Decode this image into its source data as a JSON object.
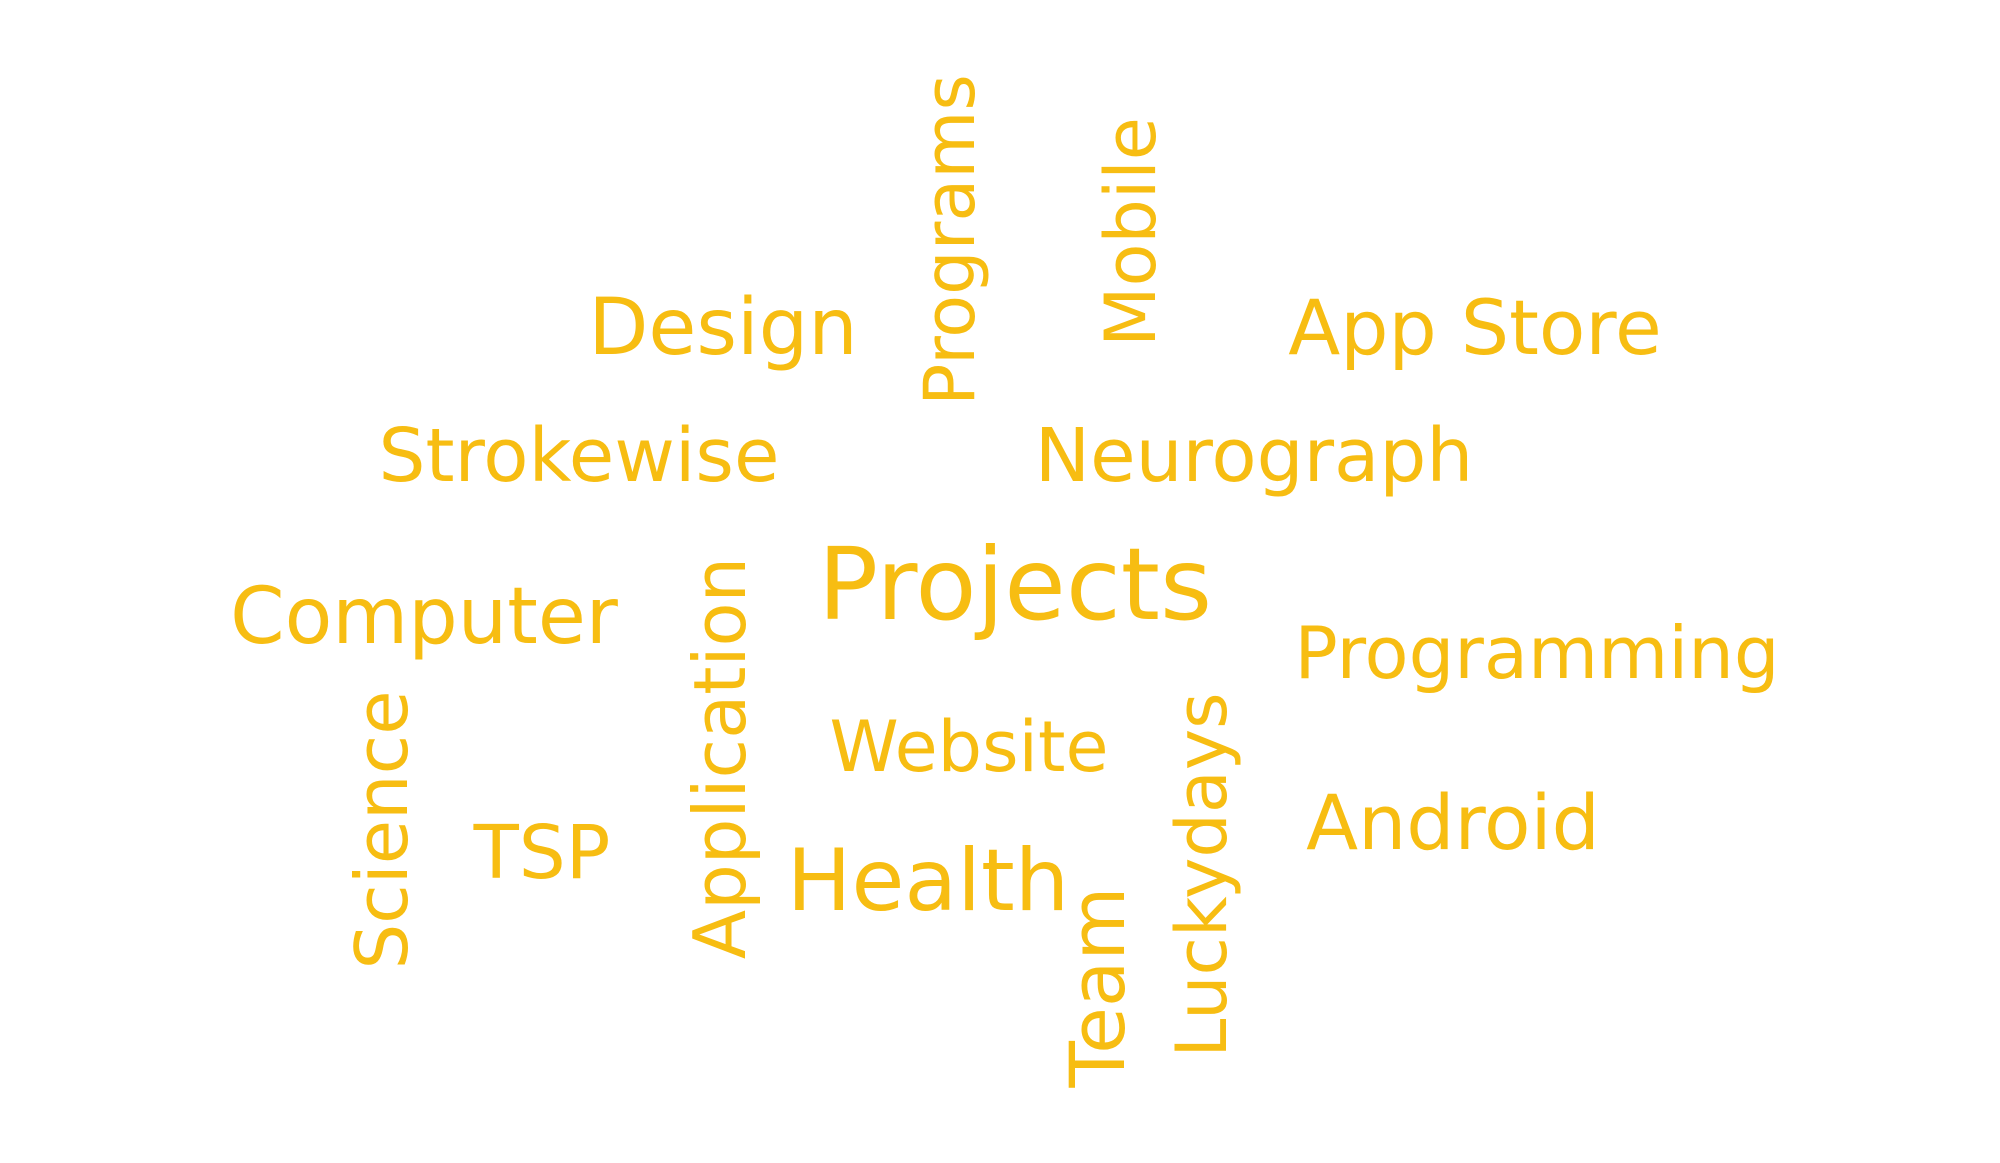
{
  "color": "#f7bd12",
  "words": {
    "programs": "Programs",
    "mobile": "Mobile",
    "design": "Design",
    "app_store": "App Store",
    "strokewise": "Strokewise",
    "neurograph": "Neurograph",
    "projects": "Projects",
    "computer": "Computer",
    "application": "Application",
    "programming": "Programming",
    "website": "Website",
    "science": "Science",
    "tsp": "TSP",
    "android": "Android",
    "health": "Health",
    "luckydays": "Luckydays",
    "team": "Team"
  }
}
